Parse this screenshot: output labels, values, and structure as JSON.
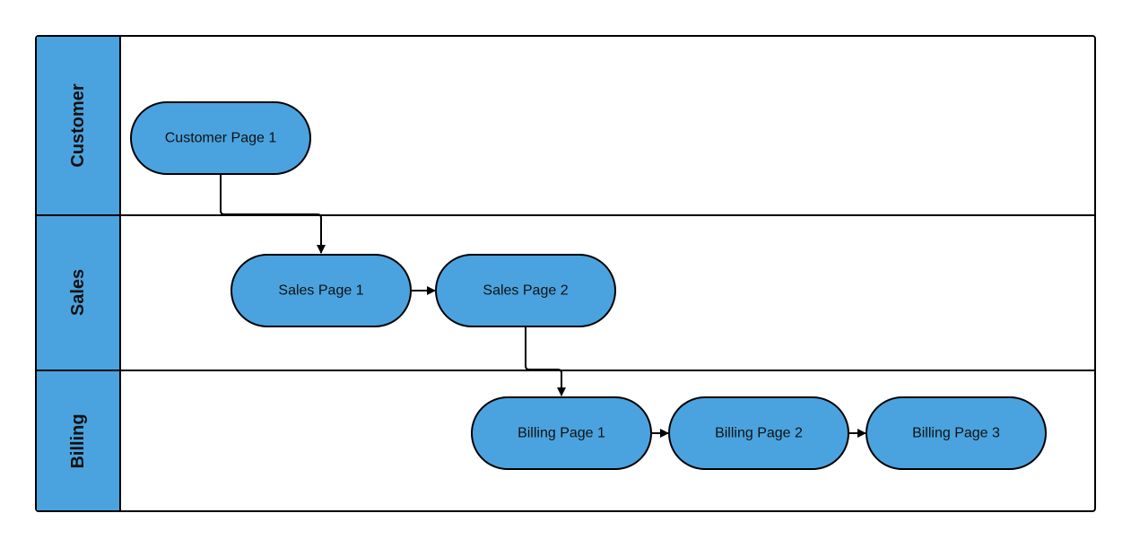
{
  "colors": {
    "lane_header": "#4aa3df",
    "node_fill": "#4aa3df",
    "stroke": "#000000",
    "background": "#ffffff"
  },
  "lanes": [
    {
      "label": "Customer"
    },
    {
      "label": "Sales"
    },
    {
      "label": "Billing"
    }
  ],
  "nodes": {
    "customer_page_1": "Customer Page 1",
    "sales_page_1": "Sales Page 1",
    "sales_page_2": "Sales Page 2",
    "billing_page_1": "Billing Page 1",
    "billing_page_2": "Billing Page 2",
    "billing_page_3": "Billing Page 3"
  },
  "edges": [
    {
      "from": "customer_page_1",
      "to": "sales_page_1"
    },
    {
      "from": "sales_page_1",
      "to": "sales_page_2"
    },
    {
      "from": "sales_page_2",
      "to": "billing_page_1"
    },
    {
      "from": "billing_page_1",
      "to": "billing_page_2"
    },
    {
      "from": "billing_page_2",
      "to": "billing_page_3"
    }
  ]
}
